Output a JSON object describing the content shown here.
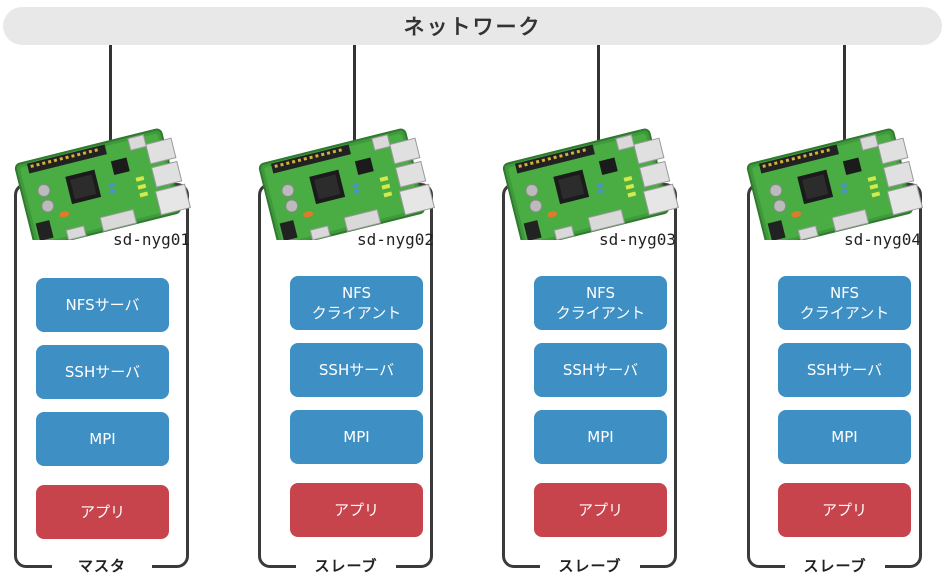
{
  "network": {
    "label": "ネットワーク"
  },
  "nodes": [
    {
      "hostname": "sd-nyg01",
      "role": "マスタ",
      "services": [
        "NFSサーバ",
        "SSHサーバ",
        "MPI"
      ],
      "app": "アプリ"
    },
    {
      "hostname": "sd-nyg02",
      "role": "スレーブ",
      "services": [
        "NFS\nクライアント",
        "SSHサーバ",
        "MPI"
      ],
      "app": "アプリ"
    },
    {
      "hostname": "sd-nyg03",
      "role": "スレーブ",
      "services": [
        "NFS\nクライアント",
        "SSHサーバ",
        "MPI"
      ],
      "app": "アプリ"
    },
    {
      "hostname": "sd-nyg04",
      "role": "スレーブ",
      "services": [
        "NFS\nクライアント",
        "SSHサーバ",
        "MPI"
      ],
      "app": "アプリ"
    }
  ],
  "colors": {
    "service_box": "#3d8fc4",
    "app_box": "#c7444c",
    "board_green": "#3f9a3c",
    "network_bar": "#e8e8e8"
  },
  "icons": {
    "board": "raspberry-pi-board-icon"
  }
}
